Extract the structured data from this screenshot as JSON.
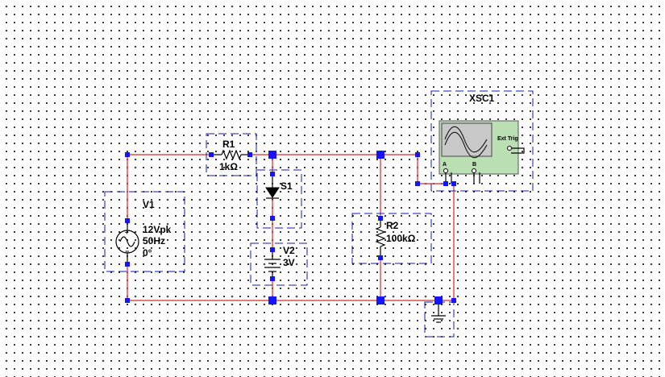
{
  "components": {
    "r1": {
      "ref": "R1",
      "value": "1kΩ"
    },
    "v1": {
      "ref": "V1",
      "value_lines": [
        "12Vpk",
        "50Hz",
        "0°"
      ]
    },
    "s1": {
      "ref": "S1"
    },
    "v2": {
      "ref": "V2",
      "value": "3V"
    },
    "r2": {
      "ref": "R2",
      "value": "100kΩ"
    },
    "xsc1": {
      "ref": "XSC1",
      "ext_trig": "Ext Trig",
      "channel_a": "A",
      "channel_b": "B"
    }
  },
  "colors": {
    "wire": "#d42a2a",
    "selection": "#1a1aa8",
    "pin": "#1414ff",
    "scope_body": "#b9dfb3",
    "scope_screen": "#c8c8c8"
  }
}
